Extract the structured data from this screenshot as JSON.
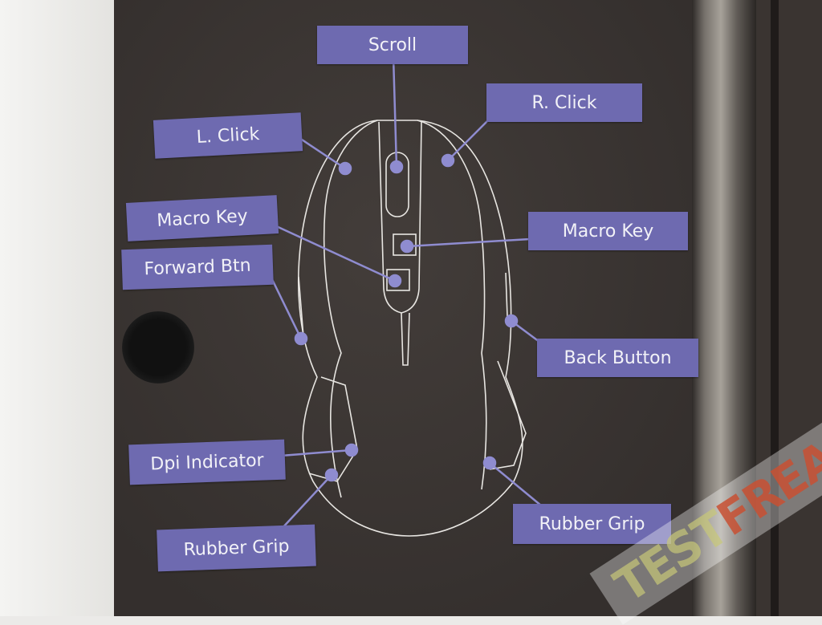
{
  "labels": {
    "scroll": "Scroll",
    "r_click": "R. Click",
    "l_click": "L. Click",
    "macro_key_left": "Macro Key",
    "macro_key_right": "Macro Key",
    "forward_btn": "Forward Btn",
    "back_button": "Back Button",
    "dpi_indicator": "Dpi Indicator",
    "rubber_grip_left": "Rubber Grip",
    "rubber_grip_right": "Rubber Grip"
  },
  "watermark": {
    "part1": "TEST",
    "part2": "FREAKS"
  },
  "colors": {
    "label_bg": "#6e6ab0",
    "dot": "#8f8cd0",
    "box": "#3a3533"
  }
}
